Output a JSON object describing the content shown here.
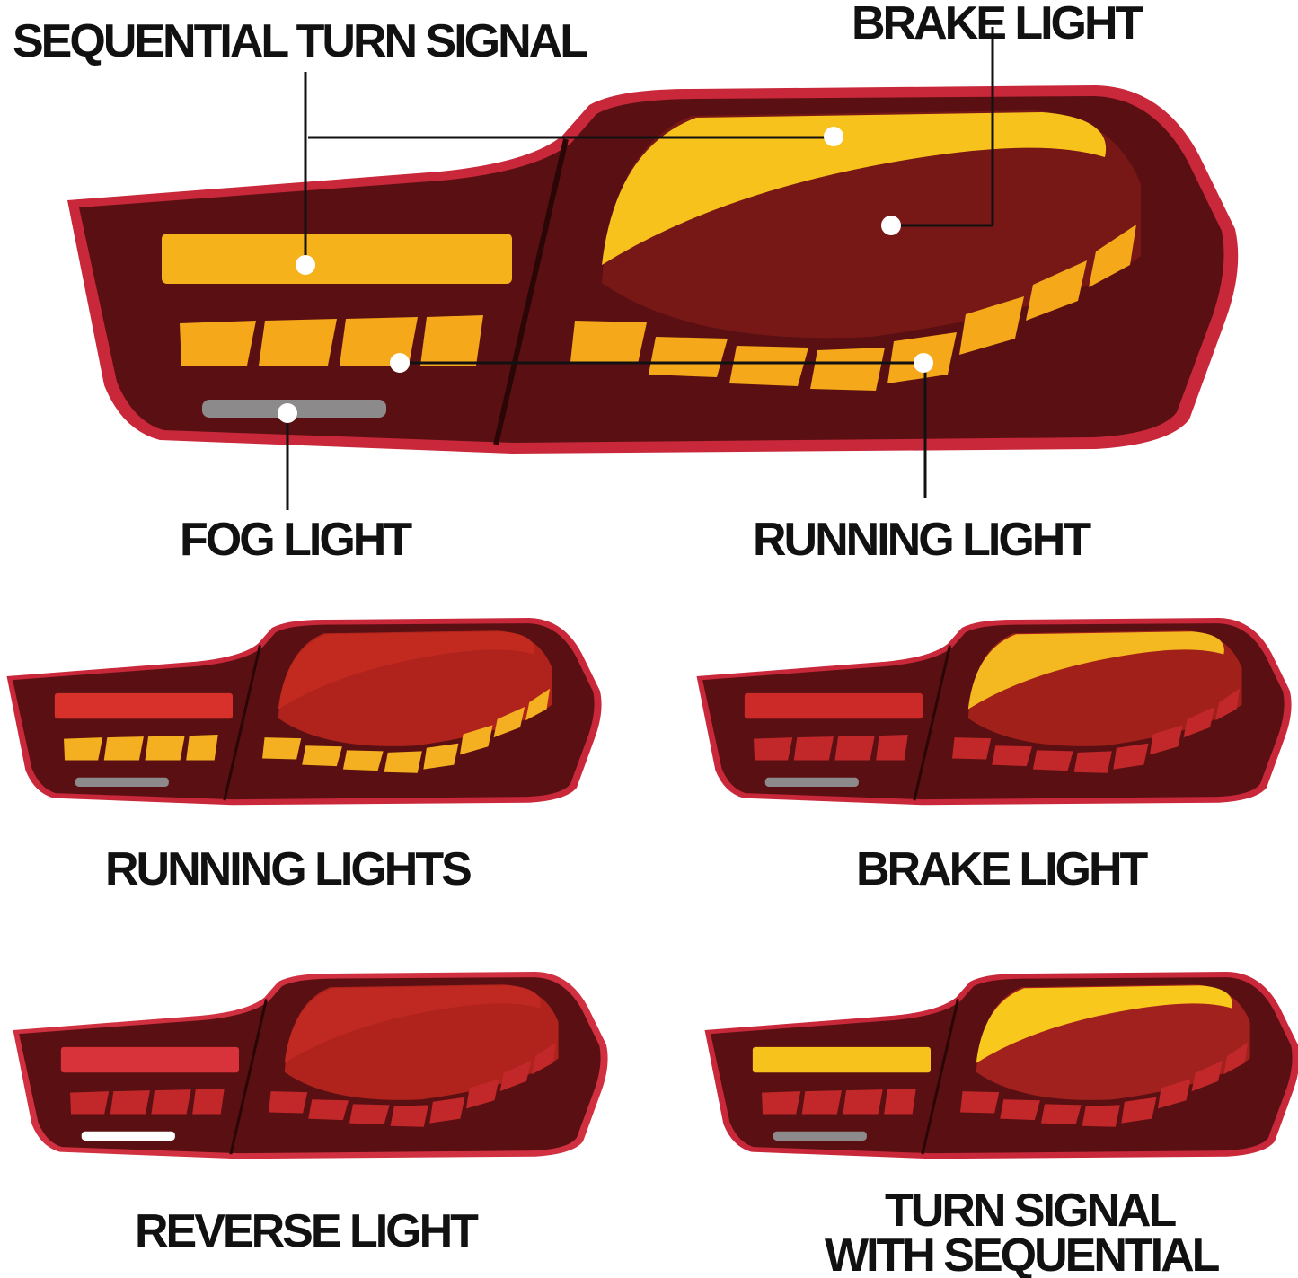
{
  "callouts": {
    "sequential_turn_signal": "SEQUENTIAL TURN SIGNAL",
    "brake_light": "BRAKE LIGHT",
    "fog_light": "FOG LIGHT",
    "running_light": "RUNNING LIGHT"
  },
  "modes": [
    {
      "label": "RUNNING LIGHTS"
    },
    {
      "label": "BRAKE LIGHT"
    },
    {
      "label": "REVERSE LIGHT"
    },
    {
      "label_line1": "TURN SIGNAL",
      "label_line2": "WITH SEQUENTIAL"
    }
  ],
  "colors": {
    "amber": "#f6b21a",
    "red_lens": "#5a1012",
    "rim": "#c8283a"
  }
}
